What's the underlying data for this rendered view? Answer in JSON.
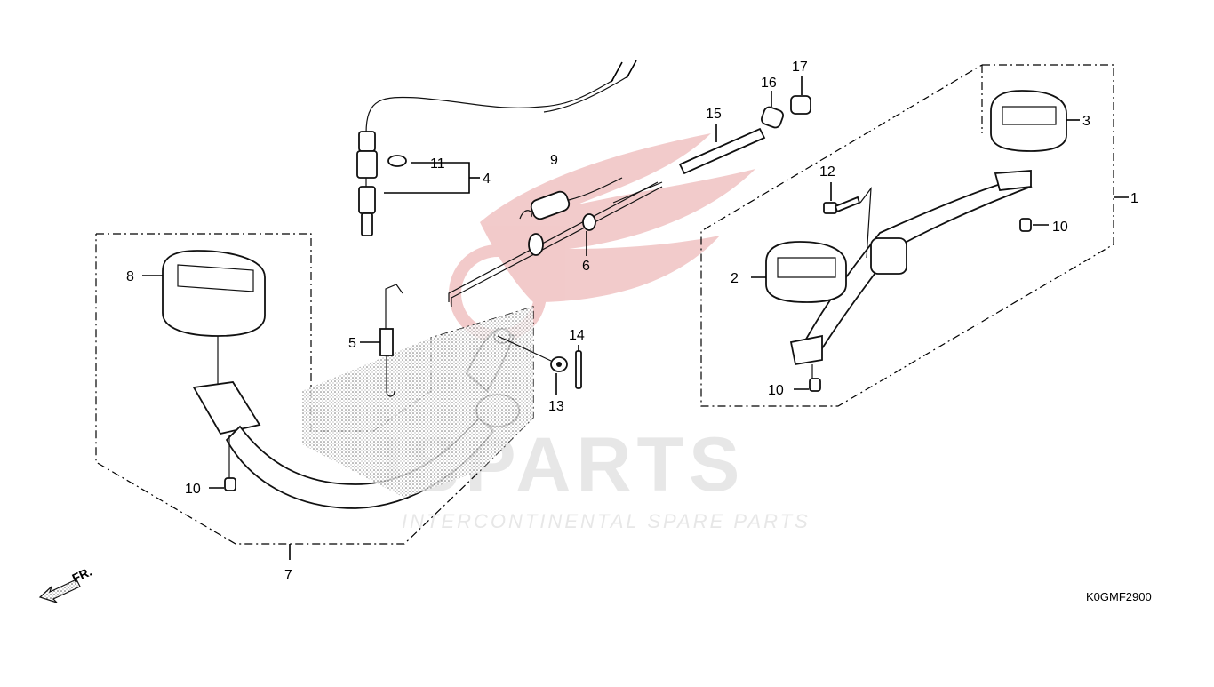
{
  "diagram": {
    "code": "K0GMF2900",
    "front_label": "FR.",
    "watermark": {
      "brand": "ISPARTS",
      "tagline": "INTERCONTINENTAL SPARE PARTS"
    },
    "callouts": {
      "c1": "1",
      "c2": "2",
      "c3": "3",
      "c4": "4",
      "c5": "5",
      "c6": "6",
      "c7": "7",
      "c8": "8",
      "c9": "9",
      "c10a": "10",
      "c10b": "10",
      "c10c": "10",
      "c11": "11",
      "c12": "12",
      "c13": "13",
      "c14": "14",
      "c15": "15",
      "c16": "16",
      "c17": "17"
    },
    "colors": {
      "watermark_red": "#e8a0a0",
      "watermark_grey": "#d4d4d4",
      "ink": "#000000"
    }
  }
}
